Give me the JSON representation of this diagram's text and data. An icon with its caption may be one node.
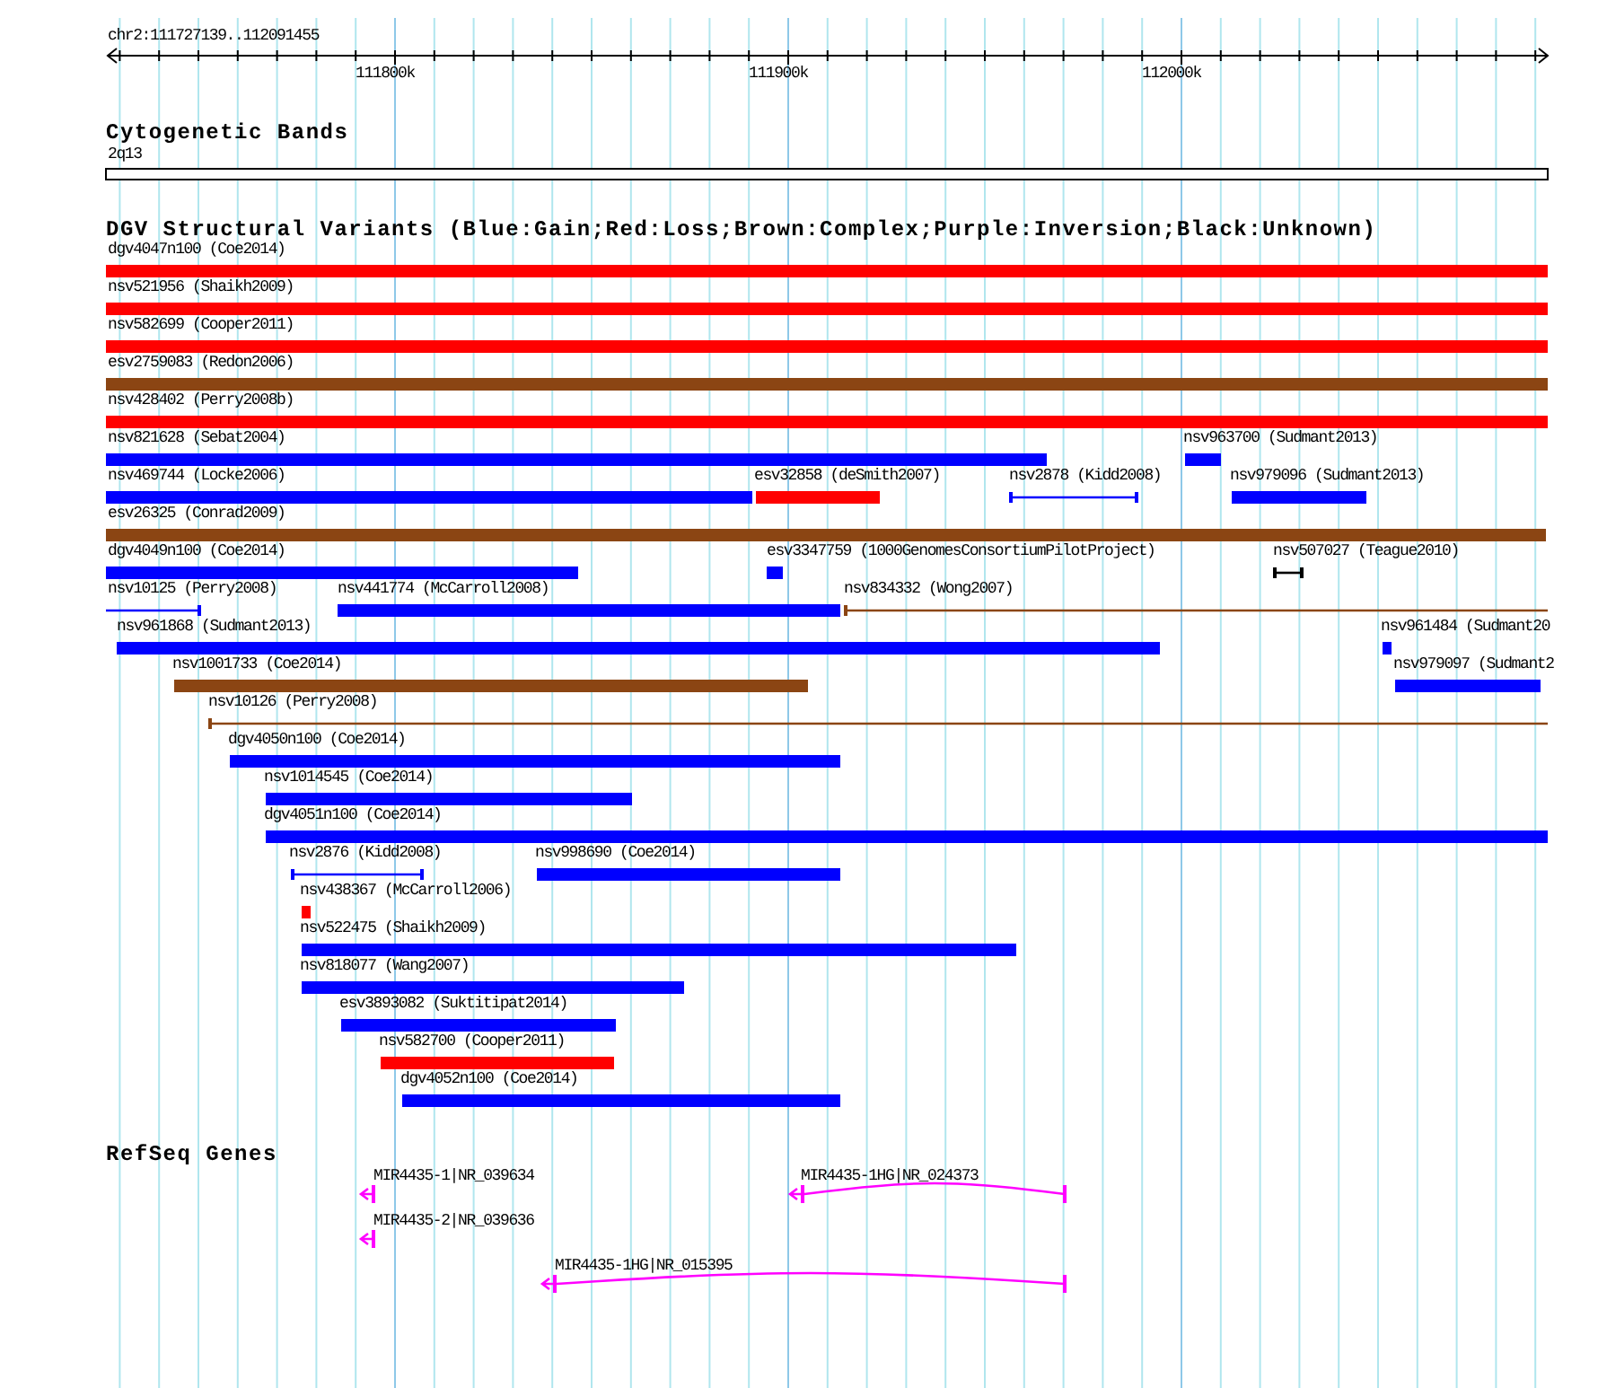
{
  "diagram": {
    "labels": [
      "chr2:111727139..112091455",
      "111800k",
      "111900k",
      "112000k",
      "Cytogenetic Bands",
      "2q13",
      "DGV Structural Variants (Blue:Gain;Red:Loss;Brown:Complex;Purple:Inversion;Black:Unknown)",
      "dgv4047n100 (Coe2014)",
      "nsv521956 (Shaikh2009)",
      "nsv582699 (Cooper2011)",
      "esv2759083 (Redon2006)",
      "nsv428402 (Perry2008b)",
      "nsv821628 (Sebat2004)",
      "nsv963700 (Sudmant2013)",
      "nsv469744 (Locke2006)",
      "esv32858 (deSmith2007)",
      "nsv2878 (Kidd2008)",
      "nsv979096 (Sudmant2013)",
      "esv26325 (Conrad2009)",
      "dgv4049n100 (Coe2014)",
      "esv3347759 (1000GenomesConsortiumPilotProject)",
      "nsv507027 (Teague2010)",
      "nsv10125 (Perry2008)",
      "nsv441774 (McCarroll2008)",
      "nsv834332 (Wong2007)",
      "nsv961868 (Sudmant2013)",
      "nsv961484 (Sudmant20",
      "nsv1001733 (Coe2014)",
      "nsv979097 (Sudmant2",
      "nsv10126 (Perry2008)",
      "dgv4050n100 (Coe2014)",
      "nsv1014545 (Coe2014)",
      "dgv4051n100 (Coe2014)",
      "nsv2876 (Kidd2008)",
      "nsv998690 (Coe2014)",
      "nsv438367 (McCarroll2006)",
      "nsv522475 (Shaikh2009)",
      "nsv818077 (Wang2007)",
      "esv3893082 (Suktitipat2014)",
      "nsv582700 (Cooper2011)",
      "dgv4052n100 (Coe2014)",
      "RefSeq Genes",
      "MIR4435-1|NR_039634",
      "MIR4435-1HG|NR_024373",
      "MIR4435-2|NR_039636",
      "MIR4435-1HG|NR_015395"
    ]
  }
}
